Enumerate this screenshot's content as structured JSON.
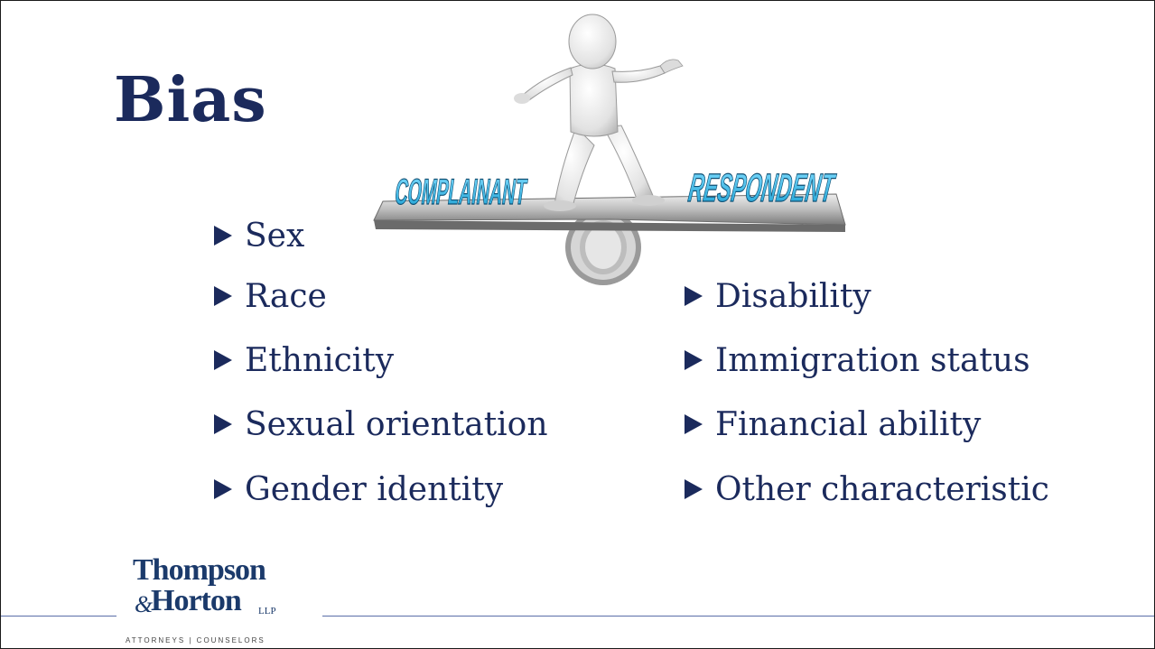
{
  "slide": {
    "title": "Bias",
    "illustration": {
      "left_label": "COMPLAINANT",
      "right_label": "RESPONDENT",
      "icon": "balance-seesaw-figure"
    },
    "bullets_left": [
      "Sex",
      "Race",
      "Ethnicity",
      "Sexual orientation",
      "Gender identity"
    ],
    "bullets_right": [
      "Disability",
      "Immigration status",
      "Financial ability",
      "Other characteristic"
    ],
    "logo": {
      "line1": "Thompson",
      "amp": "&",
      "line2": "Horton",
      "suffix": "LLP",
      "tagline": "ATTORNEYS | COUNSELORS"
    },
    "colors": {
      "text": "#1b2a5c",
      "label_fill": "#29b6e6",
      "rule": "#5a6ea8"
    }
  }
}
